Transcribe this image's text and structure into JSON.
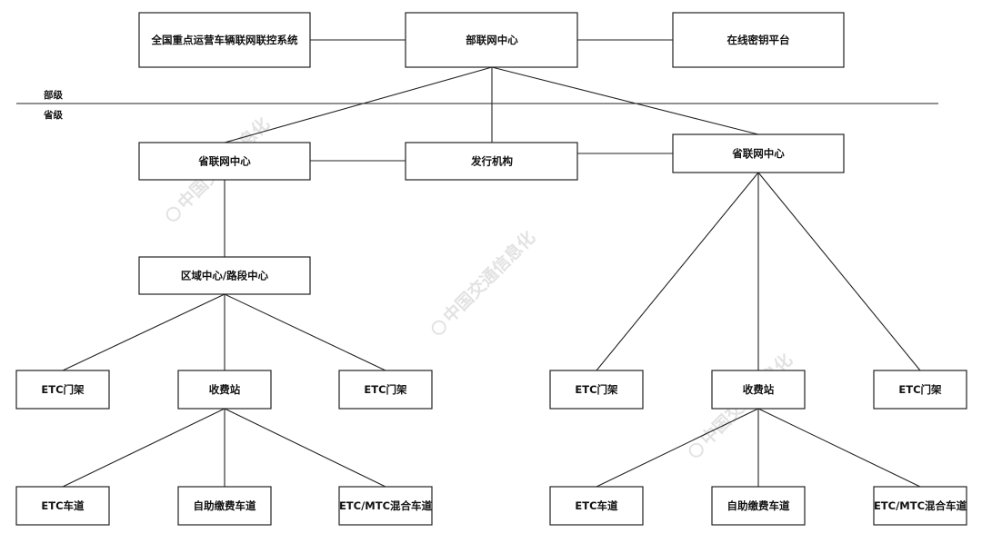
{
  "levels": {
    "upper": "部级",
    "lower": "省级"
  },
  "nodes": {
    "national_monitor": "全国重点运营车辆联网联控系统",
    "ministry_center": "部联网中心",
    "online_key_platform": "在线密钥平台",
    "province_center_left": "省联网中心",
    "issuer": "发行机构",
    "province_center_right": "省联网中心",
    "region_road_center": "区域中心/路段中心",
    "left_etc_gantry_1": "ETC门架",
    "left_toll_station": "收费站",
    "left_etc_gantry_2": "ETC门架",
    "left_etc_lane": "ETC车道",
    "left_self_pay_lane": "自助缴费车道",
    "left_mixed_lane": "ETC/MTC混合车道",
    "right_etc_gantry_1": "ETC门架",
    "right_toll_station": "收费站",
    "right_etc_gantry_2": "ETC门架",
    "right_etc_lane": "ETC车道",
    "right_self_pay_lane": "自助缴费车道",
    "right_mixed_lane": "ETC/MTC混合车道"
  },
  "watermark": "中国交通信息化",
  "colors": {
    "line": "#222222",
    "box_fill": "#ffffff",
    "text": "#111111",
    "watermark": "#9a9a9a"
  }
}
